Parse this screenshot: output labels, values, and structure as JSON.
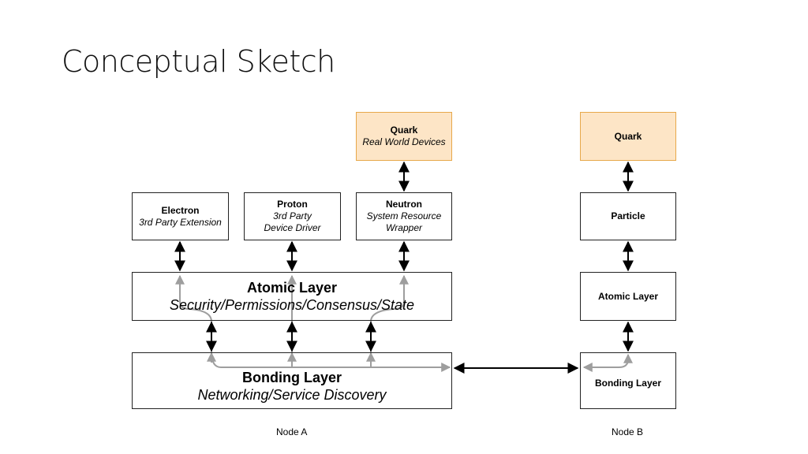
{
  "title": "Conceptual Sketch",
  "node_a": {
    "label": "Node A",
    "quark": {
      "title": "Quark",
      "subtitle": "Real World Devices"
    },
    "electron": {
      "title": "Electron",
      "subtitle": "3rd Party Extension"
    },
    "proton": {
      "title": "Proton",
      "subtitle_line1": "3rd Party",
      "subtitle_line2": "Device Driver"
    },
    "neutron": {
      "title": "Neutron",
      "subtitle_line1": "System Resource",
      "subtitle_line2": "Wrapper"
    },
    "atomic_layer": {
      "title": "Atomic Layer",
      "subtitle": "Security/Permissions/Consensus/State"
    },
    "bonding_layer": {
      "title": "Bonding Layer",
      "subtitle": "Networking/Service Discovery"
    }
  },
  "node_b": {
    "label": "Node B",
    "quark": {
      "title": "Quark"
    },
    "particle": {
      "title": "Particle"
    },
    "atomic_layer": {
      "title": "Atomic Layer"
    },
    "bonding_layer": {
      "title": "Bonding Layer"
    }
  },
  "colors": {
    "quark_fill": "#fde5c6",
    "quark_border": "#e7a84a",
    "arrow_dark": "#000000",
    "arrow_gray": "#9e9e9e"
  }
}
